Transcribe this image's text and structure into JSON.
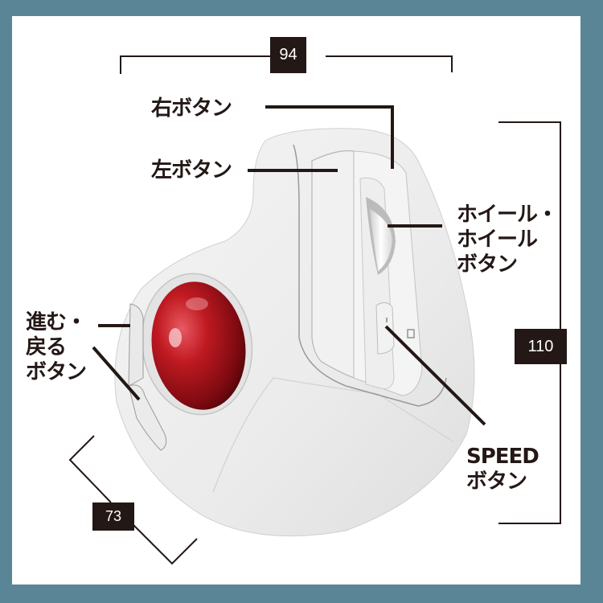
{
  "theme": {
    "frame_color": "#5a8596",
    "background": "#ffffff",
    "line_color": "#231815",
    "ball_color": "#b0141c",
    "body_color": "#eeeeee"
  },
  "dimensions": {
    "width": "94",
    "height": "110",
    "depth": "73"
  },
  "callouts": {
    "right_button": "右ボタン",
    "left_button": "左ボタン",
    "wheel": "ホイール・\nホイール\nボタン",
    "forward_back": "進む・\n戻る\nボタン",
    "speed": "SPEED\nボタン"
  },
  "product": {
    "name": "trackball-mouse",
    "icons": [
      "trackball",
      "scroll-wheel",
      "speed-button",
      "side-buttons",
      "brand-logo"
    ]
  }
}
